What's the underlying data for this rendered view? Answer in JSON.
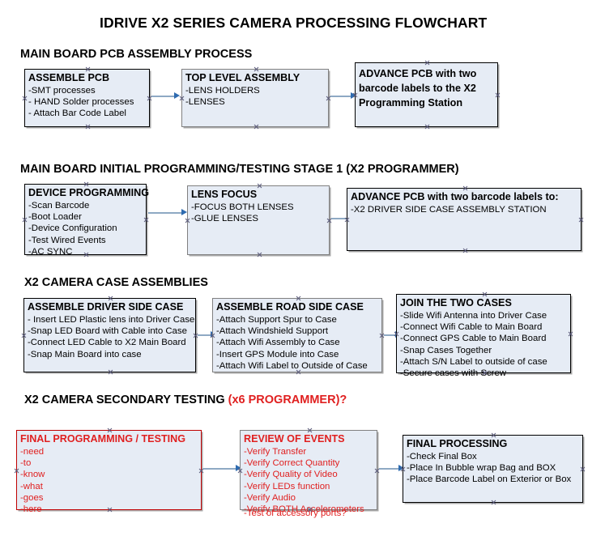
{
  "document": {
    "title": "IDRIVE X2  SERIES CAMERA PROCESSING FLOWCHART"
  },
  "colors": {
    "box_fill": "#e6ecf5",
    "box_border": "#000000",
    "box_border_gray": "#808080",
    "box_border_red": "#c00000",
    "text": "#000000",
    "accent_red": "#e02020",
    "arrow_shaft": "#8ea9c4",
    "arrow_head": "#2e6bb0"
  },
  "sections": [
    {
      "id": "main-board-pcb-assembly",
      "heading": "MAIN BOARD PCB ASSEMBLY PROCESS",
      "heading_accent": "",
      "boxes": [
        {
          "id": "assemble-pcb",
          "heading": "ASSEMBLE PCB",
          "lines": [
            "-SMT processes",
            "- HAND Solder processes",
            "- Attach Bar Code Label"
          ]
        },
        {
          "id": "top-level-assembly",
          "heading": "TOP LEVEL ASSEMBLY",
          "lines": [
            "-LENS HOLDERS",
            "-LENSES"
          ]
        },
        {
          "id": "advance-pcb-programming-station",
          "heading": "ADVANCE PCB with two barcode labels to the  X2 Programming Station",
          "lines": []
        }
      ]
    },
    {
      "id": "main-board-initial-programming",
      "heading": "MAIN BOARD INITIAL PROGRAMMING/TESTING STAGE 1 (X2 PROGRAMMER)",
      "heading_accent": "",
      "boxes": [
        {
          "id": "device-programming",
          "heading": "DEVICE PROGRAMMING",
          "lines": [
            "-Scan Barcode",
            "-Boot Loader",
            "-Device Configuration",
            "-Test Wired Events",
            "-AC SYNC"
          ]
        },
        {
          "id": "lens-focus",
          "heading": "LENS FOCUS",
          "lines": [
            "-FOCUS BOTH LENSES",
            "-GLUE LENSES"
          ]
        },
        {
          "id": "advance-pcb-driver-side-case",
          "heading": "ADVANCE PCB with two barcode labels to:",
          "lines": [
            "-X2 DRIVER  SIDE  CASE  ASSEMBLY STATION"
          ]
        }
      ]
    },
    {
      "id": "x2-camera-case-assemblies",
      "heading": "X2 CAMERA CASE ASSEMBLIES",
      "heading_accent": "",
      "boxes": [
        {
          "id": "assemble-driver-side-case",
          "heading": "ASSEMBLE DRIVER SIDE CASE",
          "lines": [
            "- Insert LED Plastic lens into Driver Case",
            "-Snap LED Board with Cable into Case",
            "-Connect LED Cable to X2 Main Board",
            "-Snap Main Board into case"
          ]
        },
        {
          "id": "assemble-road-side-case",
          "heading": "ASSEMBLE ROAD SIDE CASE",
          "lines": [
            "-Attach Support Spur to Case",
            "-Attach Windshield Support",
            "-Attach Wifi Assembly to Case",
            "-Insert GPS Module into Case",
            "-Attach Wifi Label to Outside of Case"
          ]
        },
        {
          "id": "join-the-two-cases",
          "heading": "JOIN THE TWO CASES",
          "lines": [
            "-Slide Wifi Antenna into Driver Case",
            "-Connect Wifi Cable to Main Board",
            "-Connect GPS Cable to Main Board",
            "-Snap Cases Together",
            "-Attach S/N Label to outside of case",
            "-Secure cases with Screw"
          ]
        }
      ]
    },
    {
      "id": "x2-camera-secondary-testing",
      "heading": "X2 CAMERA SECONDARY TESTING ",
      "heading_accent": "(x6 PROGRAMMER)?",
      "boxes": [
        {
          "id": "final-programming-testing",
          "heading": "FINAL PROGRAMMING / TESTING",
          "lines": [
            "-need",
            "-to",
            "-know",
            "-what",
            "-goes",
            "-here"
          ]
        },
        {
          "id": "review-of-events",
          "heading": "REVIEW OF EVENTS",
          "lines": [
            "-Verify Transfer",
            "-Verify Correct Quantity",
            "-Verify Quality of Video",
            "-Verify LEDs function",
            "-Verify Audio",
            "-Verify BOTH Accelerometers"
          ],
          "overflow_line": "-Test of accessory ports?"
        },
        {
          "id": "final-processing",
          "heading": "FINAL PROCESSING",
          "lines": [
            " -Check Final Box",
            "-Place In Bubble wrap Bag and BOX",
            "-Place Barcode Label on Exterior or Box"
          ]
        }
      ]
    }
  ]
}
